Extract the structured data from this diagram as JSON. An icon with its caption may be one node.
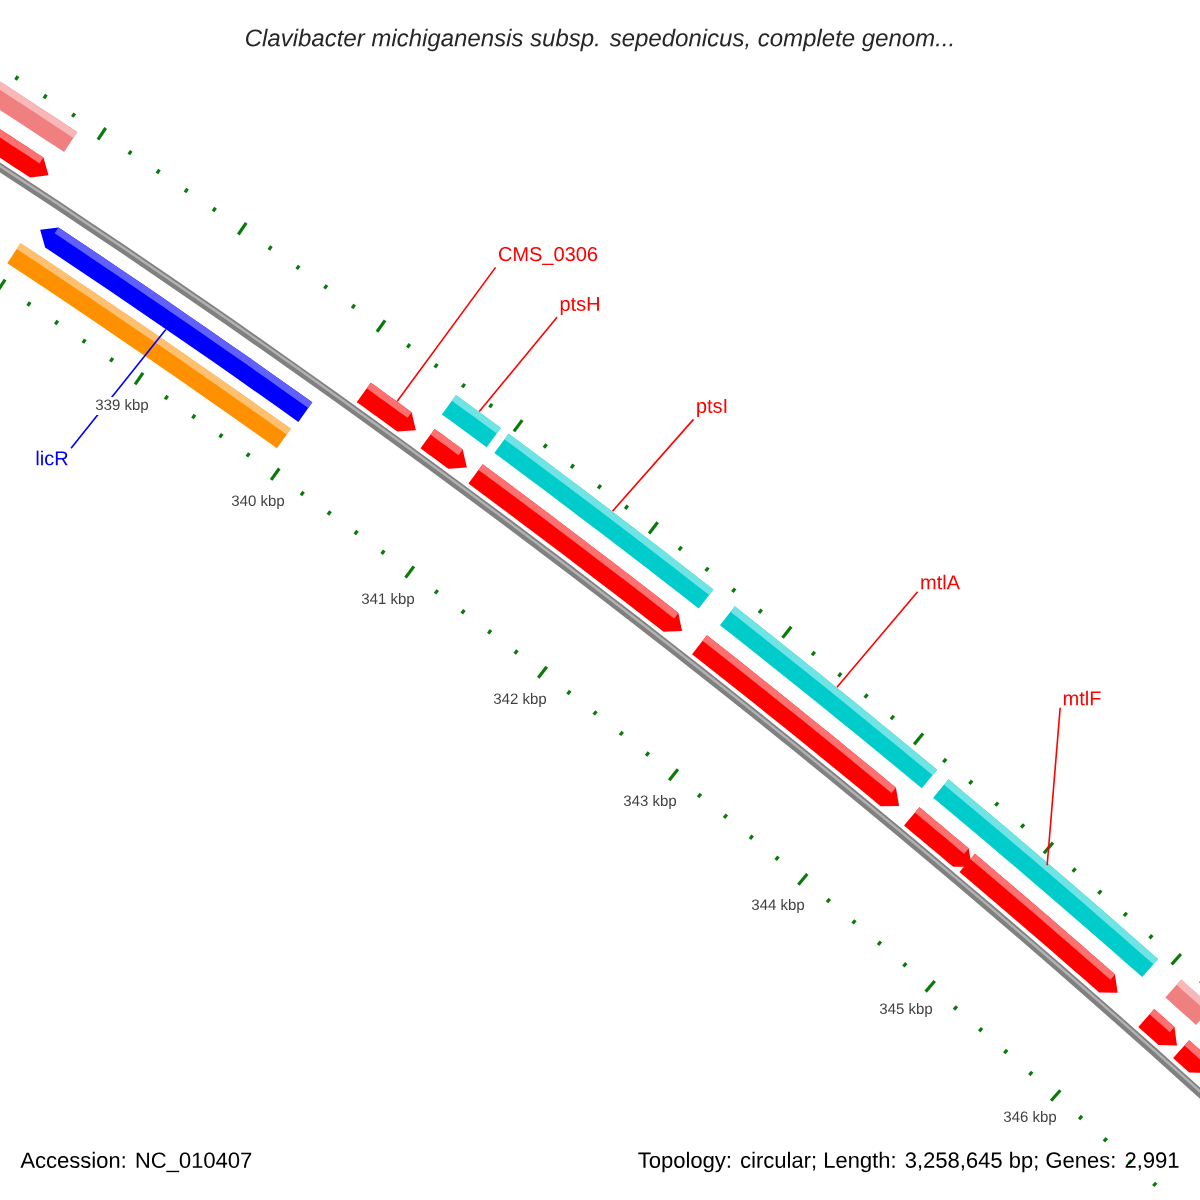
{
  "diagram": {
    "title": "Clavibacter michiganensis subsp. sepedonicus, complete genom...",
    "nodes": [
      {
        "text": [
          "CMS_0306"
        ]
      },
      {
        "text": [
          "ptsH"
        ]
      },
      {
        "text": [
          "ptsI"
        ]
      },
      {
        "text": [
          "licR"
        ]
      },
      {
        "text": [
          "mtlA"
        ]
      },
      {
        "text": [
          "mtlF"
        ]
      },
      {
        "text": [],
        "shape": "bar"
      },
      {
        "text": [],
        "shape": "pentagon"
      },
      {
        "text": [],
        "shape": "bar"
      },
      {
        "text": [],
        "shape": "pentagon"
      },
      {
        "text": [],
        "shape": "pentagon"
      },
      {
        "text": [],
        "shape": "pentagon"
      },
      {
        "text": [],
        "shape": "bar"
      },
      {
        "text": [],
        "shape": "pentagon"
      },
      {
        "text": [],
        "shape": "bar"
      },
      {
        "text": [],
        "shape": "pentagon"
      },
      {
        "text": [],
        "shape": "bar"
      },
      {
        "text": [],
        "shape": "pentagon"
      },
      {
        "text": [],
        "shape": "bar"
      },
      {
        "text": [],
        "shape": "pentagon"
      },
      {
        "text": [],
        "shape": "pentagon"
      },
      {
        "text": [],
        "shape": "bar"
      },
      {
        "text": [],
        "shape": "pentagon"
      }
    ],
    "edges": [
      {
        "from": 0,
        "to": 10,
        "arrow": "none"
      },
      {
        "from": 1,
        "to": 12,
        "arrow": "none"
      },
      {
        "from": 2,
        "to": 14,
        "arrow": "none"
      },
      {
        "from": 3,
        "to": 9,
        "arrow": "none",
        "color": "#0000ff"
      },
      {
        "from": 4,
        "to": 16,
        "arrow": "none"
      },
      {
        "from": 5,
        "to": 18,
        "arrow": "none"
      }
    ],
    "labels": [
      "339 kbp",
      "340 kbp",
      "341 kbp",
      "342 kbp",
      "343 kbp",
      "344 kbp",
      "345 kbp",
      "346 kbp",
      "Accession: NC_010407",
      "Topology: circular; Length: 3,258,645 bp; Genes: 2,991"
    ]
  }
}
